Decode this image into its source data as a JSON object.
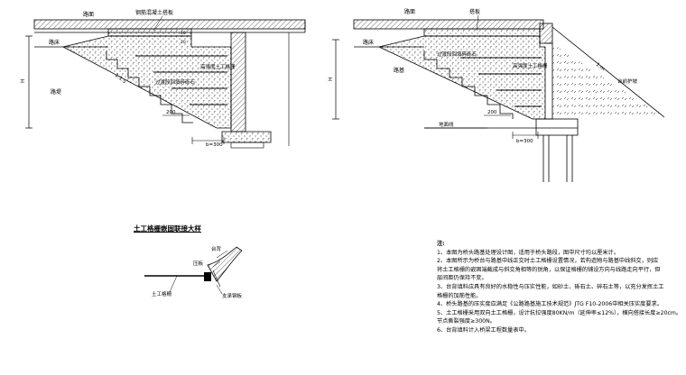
{
  "left_section": {
    "label_pavement": "路面",
    "label_slab": "钢筋混凝土搭板",
    "label_bed": "路床",
    "label_embankment": "路堤",
    "label_fill": "过渡段回填碎砾石",
    "label_geogrid": "高强度土工格栅",
    "label_slope": "1:1.5",
    "label_step": "200",
    "label_width": "b=300",
    "label_height": "H",
    "label_small_a": "10",
    "label_small_b": "20"
  },
  "right_section": {
    "label_pavement": "路面",
    "label_slab": "搭板",
    "label_bed": "路床",
    "label_subgrade": "路基",
    "label_fill": "过渡段回填碎砾石",
    "label_geogrid": "高强度土工格栅",
    "label_ground": "地面线",
    "label_slope": "1:m",
    "label_abutment": "台前护坡",
    "label_step": "200",
    "label_width": "b=300",
    "label_height": "H"
  },
  "detail": {
    "title": "土工格栅嵌固联接大样",
    "label_back": "台背",
    "label_plate": "压板",
    "label_geogrid": "土工格栅",
    "label_bolt": "支承钢板"
  },
  "notes": {
    "title": "注:",
    "lines": [
      "1、本图为桥头路基处理设计图，适用于桥头路段，图中尺寸均以厘米计。",
      "2、本图所示为桥台与路基中线正交时土工格栅设置情况，若构造物与路基中线斜交，则应",
      "将土工格栅的嵌固端截成与斜交角相等的锐角，以保证格栅的铺设方向与线路走向平行，但",
      "层间距仍保持不变。",
      "3、台背填料应具有良好的水稳性与压实性能，如砂土、砾石土、碎石土等，以充分发挥土工",
      "格栅的加筋性能。",
      "4、桥头路基的压实度应满足《公路路基施工技术规范》JTG F10-2006中相关压实度要求。",
      "5、土工格栅采用双向土工格栅，设计抗拉强度80KN/m（延伸率≤12%），横向搭接长度≥20cm。",
      "节点撕裂强度≥300N。",
      "6、台背填料计入桥梁工程数量表中。"
    ]
  }
}
